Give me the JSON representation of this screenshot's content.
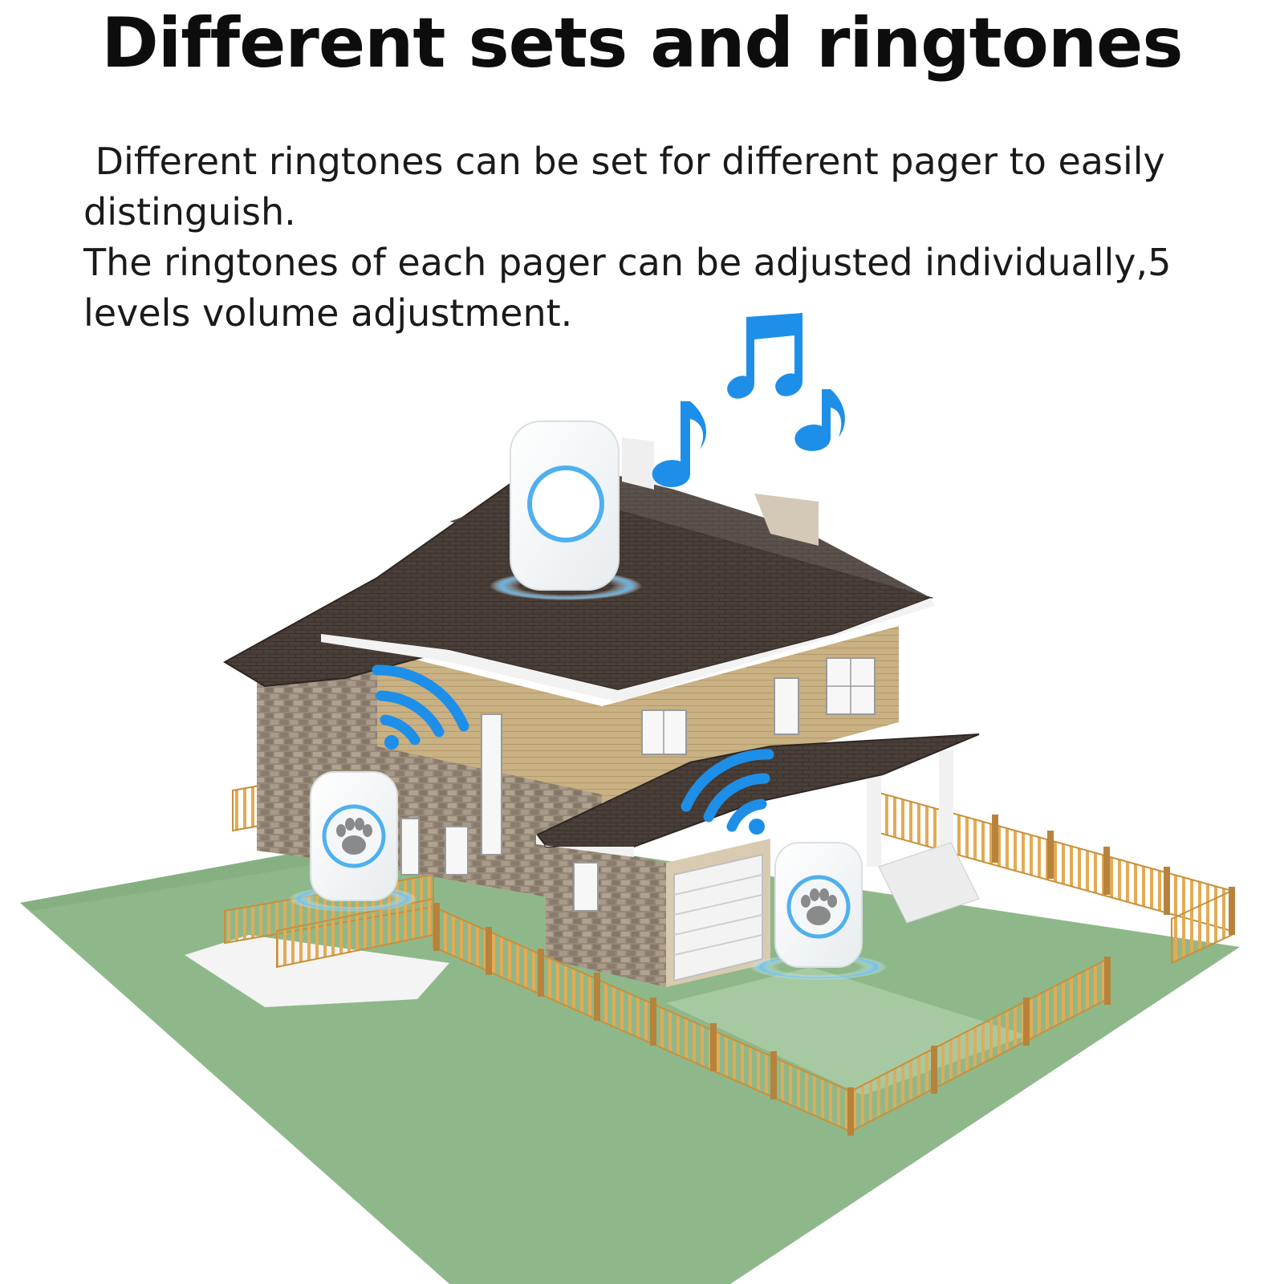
{
  "headline": "Different sets and ringtones",
  "description": {
    "paragraph1": " Different ringtones can be set for different pager to easily distinguish.",
    "paragraph2": "The ringtones of each pager can be adjusted individually,5 levels volume adjustment."
  },
  "illustration": {
    "ground_color": "#8fb88a",
    "roof_color": "#4a3f39",
    "siding_color": "#c9b183",
    "stone_color": "#9a8c7a",
    "fence_color": "#d9a24a",
    "signal_color": "#1e8fe8",
    "note_color": "#1e8fe8",
    "receivers": [
      {
        "id": "roof-receiver",
        "icon": "ring-light-icon",
        "ring_color": "#4fb0ef"
      },
      {
        "id": "left-receiver",
        "icon": "paw-icon",
        "ring_color": "#4fb0ef"
      },
      {
        "id": "garage-receiver",
        "icon": "paw-icon",
        "ring_color": "#4fb0ef"
      }
    ]
  }
}
